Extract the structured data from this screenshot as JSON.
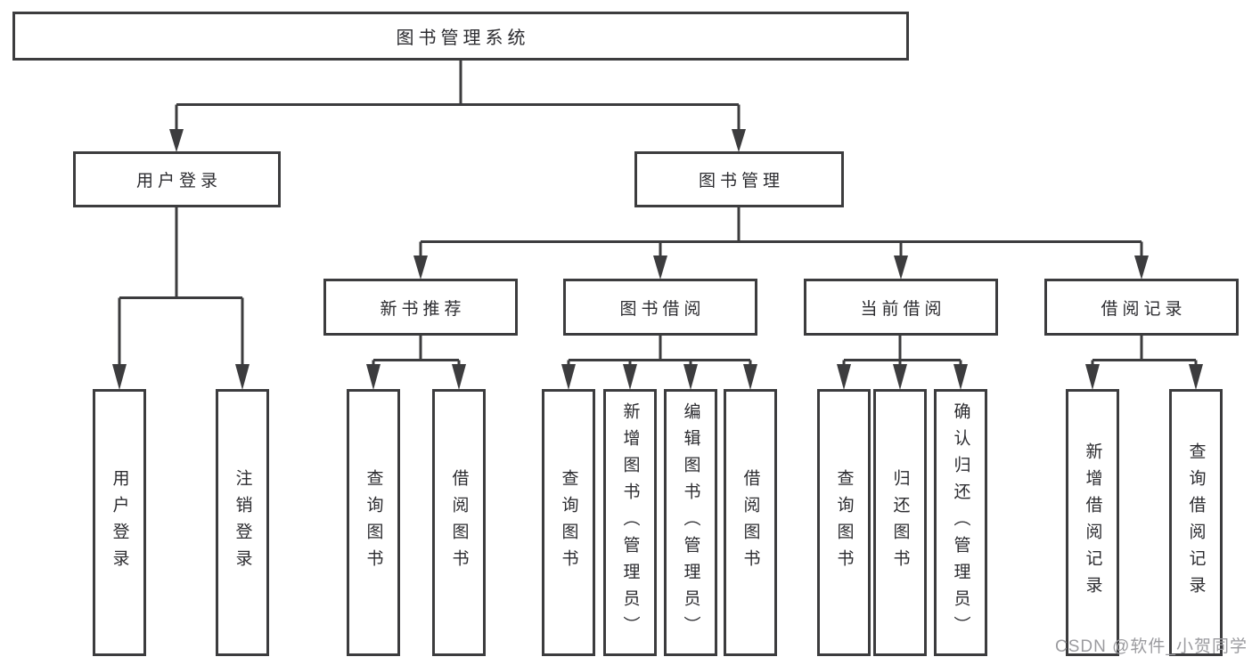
{
  "nodes": {
    "root": "图书管理系统",
    "level2": {
      "user_login": "用户登录",
      "book_management": "图书管理"
    },
    "level3": {
      "new_book_recommend": "新书推荐",
      "book_borrowing": "图书借阅",
      "current_borrowing": "当前借阅",
      "borrow_records": "借阅记录"
    },
    "leaves": {
      "user_login": [
        "用户登录",
        "注销登录"
      ],
      "new_book_recommend": [
        "查询图书",
        "借阅图书"
      ],
      "book_borrowing": [
        "查询图书",
        "新增图书（管理员）",
        "编辑图书（管理员）",
        "借阅图书"
      ],
      "current_borrowing": [
        "查询图书",
        "归还图书",
        "确认归还（管理员）"
      ],
      "borrow_records": [
        "新增借阅记录",
        "查询借阅记录"
      ]
    }
  },
  "watermark": {
    "text": "CSDN @软件_小贺同学"
  },
  "colors": {
    "line": "#3c3c3e",
    "border": "#3c3c3e",
    "text": "#2c2c30",
    "watermark": "#9b9b9f",
    "background": "#ffffff"
  }
}
